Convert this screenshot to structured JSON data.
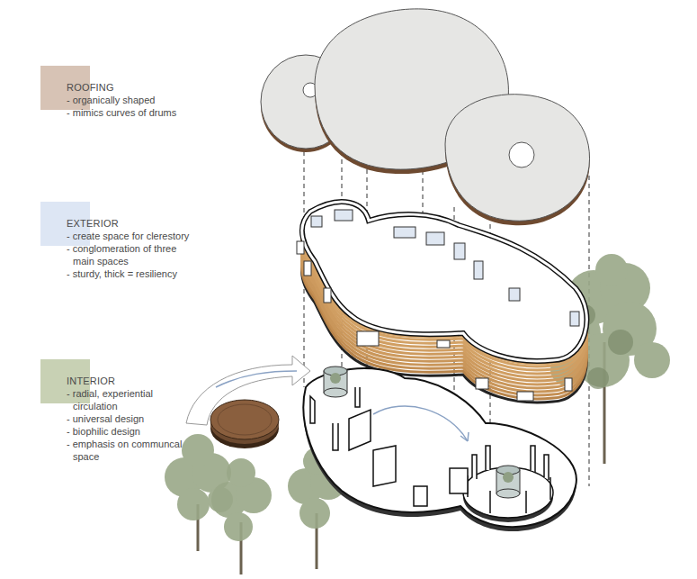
{
  "diagram": {
    "nodes": [
      {
        "text": [
          "ROOFING",
          "- organically shaped",
          "- mimics curves of drums"
        ]
      },
      {
        "text": [
          "EXTERIOR",
          "- create space for clerestory",
          "- conglomeration of three main spaces",
          "- sturdy, thick = resiliency"
        ]
      },
      {
        "text": [
          "INTERIOR",
          "- radial, experiential circulation",
          "- universal design",
          "- biophilic design",
          "- emphasis on communcal space"
        ]
      }
    ]
  }
}
